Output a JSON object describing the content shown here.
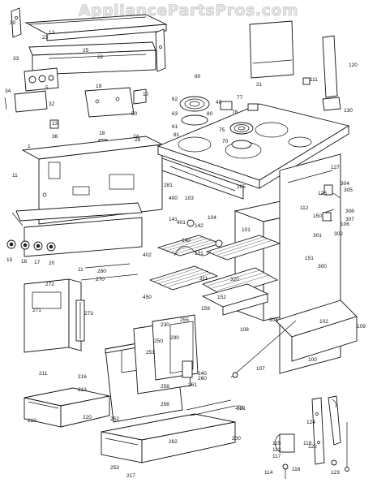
{
  "watermark": "AppliancePartsPros.com",
  "colors": {
    "line": "#111111",
    "background": "#ffffff",
    "watermark": "#e6e6e6"
  },
  "callouts": [
    {
      "id": "n1",
      "text": "1"
    },
    {
      "id": "n5",
      "text": "5"
    },
    {
      "id": "n10",
      "text": "10"
    },
    {
      "id": "n11a",
      "text": "11"
    },
    {
      "id": "n11b",
      "text": "11"
    },
    {
      "id": "n12",
      "text": "12"
    },
    {
      "id": "n13",
      "text": "13"
    },
    {
      "id": "n15",
      "text": "15"
    },
    {
      "id": "n16",
      "text": "16"
    },
    {
      "id": "n17",
      "text": "17"
    },
    {
      "id": "n18",
      "text": "18"
    },
    {
      "id": "n19",
      "text": "19"
    },
    {
      "id": "n20",
      "text": "20"
    },
    {
      "id": "n21",
      "text": "21"
    },
    {
      "id": "n22",
      "text": "22"
    },
    {
      "id": "n23",
      "text": "23"
    },
    {
      "id": "n24",
      "text": "24"
    },
    {
      "id": "n25",
      "text": "25"
    },
    {
      "id": "n26",
      "text": "26"
    },
    {
      "id": "n30",
      "text": "30"
    },
    {
      "id": "n32",
      "text": "32"
    },
    {
      "id": "n33",
      "text": "33"
    },
    {
      "id": "n34",
      "text": "34"
    },
    {
      "id": "n36",
      "text": "36"
    },
    {
      "id": "n40",
      "text": "40"
    },
    {
      "id": "n50",
      "text": "50"
    },
    {
      "id": "n60",
      "text": "60"
    },
    {
      "id": "n61",
      "text": "61"
    },
    {
      "id": "n62",
      "text": "62"
    },
    {
      "id": "n63",
      "text": "63"
    },
    {
      "id": "n70",
      "text": "70"
    },
    {
      "id": "n75",
      "text": "75"
    },
    {
      "id": "n77",
      "text": "77"
    },
    {
      "id": "n78",
      "text": "78"
    },
    {
      "id": "n80",
      "text": "80"
    },
    {
      "id": "n81",
      "text": "81"
    },
    {
      "id": "n100",
      "text": "100"
    },
    {
      "id": "n101",
      "text": "101"
    },
    {
      "id": "n102",
      "text": "102"
    },
    {
      "id": "n103",
      "text": "103"
    },
    {
      "id": "n104",
      "text": "104"
    },
    {
      "id": "n105",
      "text": "105"
    },
    {
      "id": "n106",
      "text": "106"
    },
    {
      "id": "n107",
      "text": "107"
    },
    {
      "id": "n108",
      "text": "108"
    },
    {
      "id": "n109",
      "text": "109"
    },
    {
      "id": "n111",
      "text": "111"
    },
    {
      "id": "n112",
      "text": "112"
    },
    {
      "id": "n113",
      "text": "113"
    },
    {
      "id": "n114",
      "text": "114"
    },
    {
      "id": "n115",
      "text": "115"
    },
    {
      "id": "n116",
      "text": "116"
    },
    {
      "id": "n117",
      "text": "117"
    },
    {
      "id": "n118",
      "text": "118"
    },
    {
      "id": "n120",
      "text": "120"
    },
    {
      "id": "n122",
      "text": "122"
    },
    {
      "id": "n123",
      "text": "123"
    },
    {
      "id": "n124",
      "text": "124"
    },
    {
      "id": "n127",
      "text": "127"
    },
    {
      "id": "n128",
      "text": "128"
    },
    {
      "id": "n130",
      "text": "130"
    },
    {
      "id": "n131",
      "text": "131"
    },
    {
      "id": "n140",
      "text": "140"
    },
    {
      "id": "n141",
      "text": "141"
    },
    {
      "id": "n142",
      "text": "142"
    },
    {
      "id": "n150",
      "text": "150"
    },
    {
      "id": "n151",
      "text": "151"
    },
    {
      "id": "n152",
      "text": "152"
    },
    {
      "id": "n159",
      "text": "159"
    },
    {
      "id": "n200",
      "text": "200"
    },
    {
      "id": "n201",
      "text": "201"
    },
    {
      "id": "n210",
      "text": "210"
    },
    {
      "id": "n211",
      "text": "211"
    },
    {
      "id": "n213",
      "text": "213"
    },
    {
      "id": "n216",
      "text": "216"
    },
    {
      "id": "n217",
      "text": "217"
    },
    {
      "id": "n220",
      "text": "220"
    },
    {
      "id": "n221",
      "text": "221"
    },
    {
      "id": "n230",
      "text": "230"
    },
    {
      "id": "n240",
      "text": "240"
    },
    {
      "id": "n250",
      "text": "250"
    },
    {
      "id": "n251",
      "text": "251"
    },
    {
      "id": "n252",
      "text": "252"
    },
    {
      "id": "n253",
      "text": "253"
    },
    {
      "id": "n255",
      "text": "255"
    },
    {
      "id": "n256",
      "text": "256"
    },
    {
      "id": "n258",
      "text": "258"
    },
    {
      "id": "n260",
      "text": "260"
    },
    {
      "id": "n261",
      "text": "261"
    },
    {
      "id": "n262",
      "text": "262"
    },
    {
      "id": "n270",
      "text": "270"
    },
    {
      "id": "n271",
      "text": "271"
    },
    {
      "id": "n272",
      "text": "272"
    },
    {
      "id": "n273",
      "text": "273"
    },
    {
      "id": "n280",
      "text": "280"
    },
    {
      "id": "n281",
      "text": "281"
    },
    {
      "id": "n290",
      "text": "290"
    },
    {
      "id": "n300",
      "text": "300"
    },
    {
      "id": "n301",
      "text": "301"
    },
    {
      "id": "n302",
      "text": "302"
    },
    {
      "id": "n304",
      "text": "304"
    },
    {
      "id": "n305",
      "text": "305"
    },
    {
      "id": "n306",
      "text": "306"
    },
    {
      "id": "n307",
      "text": "307"
    },
    {
      "id": "n308",
      "text": "308"
    },
    {
      "id": "n311",
      "text": "311"
    },
    {
      "id": "n320",
      "text": "320"
    },
    {
      "id": "n400",
      "text": "400"
    },
    {
      "id": "n401",
      "text": "401"
    },
    {
      "id": "n402",
      "text": "402"
    },
    {
      "id": "n450",
      "text": "450"
    }
  ]
}
